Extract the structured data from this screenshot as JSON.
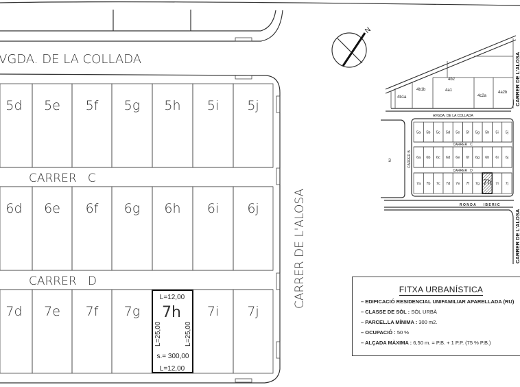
{
  "main_plan": {
    "street_top": "VGDA. DE LA COLLADA",
    "street_c": "CARRER   C",
    "street_d": "CARRER   D",
    "street_right": "CARRER DE L'ALOSA",
    "row5": [
      "5d",
      "5e",
      "5f",
      "5g",
      "5h",
      "5i",
      "5j"
    ],
    "row6": [
      "6d",
      "6e",
      "6f",
      "6g",
      "6h",
      "6i",
      "6j"
    ],
    "row7": [
      "7d",
      "7e",
      "7f",
      "7g",
      "7h",
      "7i",
      "7j"
    ],
    "highlight": {
      "label": "7h",
      "top_length": "L=12,00",
      "bottom_length": "L=12,00",
      "left_length": "L=25,00",
      "right_length": "L=25,00",
      "surface": "s.= 300,00"
    }
  },
  "compass": {
    "north": "N"
  },
  "inset_map": {
    "upper": [
      "4b1a",
      "4b1b",
      "4a1",
      "4b2",
      "4c2a",
      "4a2b"
    ],
    "avgda": "AVGDA. DE LA COLLADA",
    "row5": [
      "5a",
      "5b",
      "5c",
      "5d",
      "5e",
      "5f",
      "5g",
      "5h",
      "5i",
      "5j"
    ],
    "row6": [
      "6a",
      "6b",
      "6c",
      "6d",
      "6e",
      "6f",
      "6g",
      "6h",
      "6i",
      "6j"
    ],
    "row7": [
      "7a",
      "7b",
      "7c",
      "7d",
      "7e",
      "7f",
      "7g",
      "7h",
      "7i",
      "7j"
    ],
    "carrer_c": "CARRER   C",
    "carrer_d": "CARRER   D",
    "carrer_b": "CARRER B",
    "block3": "3",
    "ronda": "R O N D A        I B E R I C",
    "alosa_top": "CARRER DE L'ALOSA",
    "alosa_bottom": "CARRER DE L'ALOSA"
  },
  "fitxa": {
    "title": "FITXA URBANÍSTICA",
    "items": [
      {
        "label": "EDIFICACIÓ RESIDENCIAL UNIFAMILIAR APARELLADA (RU)",
        "value": ""
      },
      {
        "label": "CLASSE DE SÒL :",
        "value": "SÒL URBÀ"
      },
      {
        "label": "PARCEL.LA MÍNIMA :",
        "value": "300 m2."
      },
      {
        "label": "OCUPACIÓ :",
        "value": "50 %"
      },
      {
        "label": "ALÇADA MÀXIMA :",
        "value": "6,50 m.  = P.B. + 1 P.P. (75 % P.B.)"
      }
    ]
  }
}
